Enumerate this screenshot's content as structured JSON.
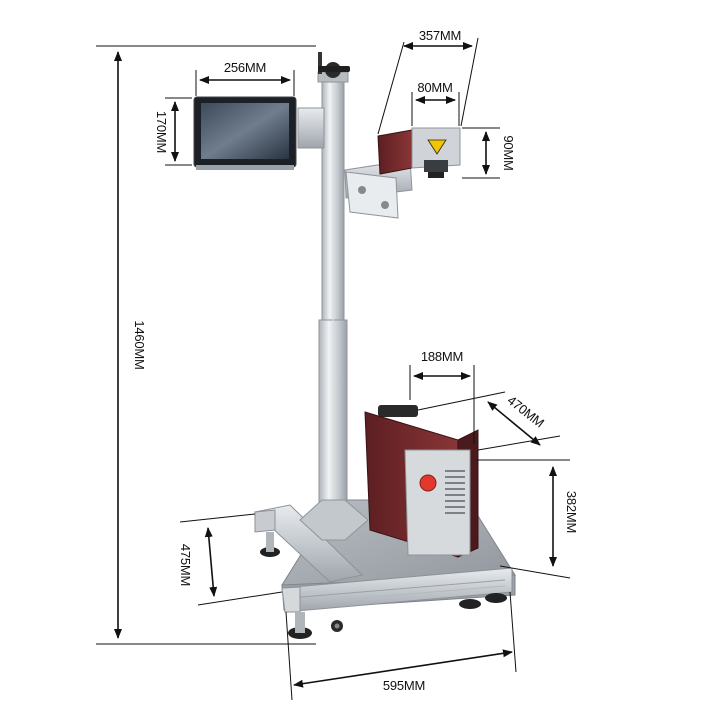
{
  "dimensions": {
    "total_height": "1460MM",
    "screen_width": "256MM",
    "screen_height": "170MM",
    "laser_head_length": "357MM",
    "laser_head_width": "80MM",
    "laser_head_height": "90MM",
    "controller_width": "188MM",
    "controller_depth": "470MM",
    "controller_height": "382MM",
    "base_depth": "475MM",
    "base_width": "595MM"
  },
  "colors": {
    "dimension_line": "#111111",
    "aluminum": "#c9ced3",
    "controller_body": "#7a2e2e",
    "controller_panel": "#d7dadd",
    "power_button": "#e03a2f",
    "warning_label": "#f3c400"
  }
}
